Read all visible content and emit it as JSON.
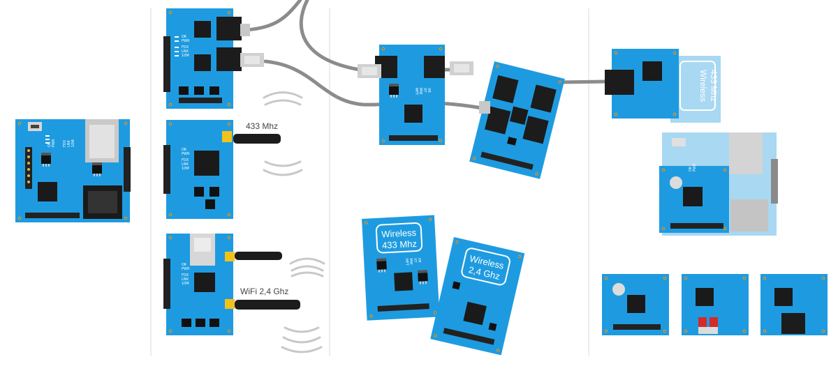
{
  "labels": {
    "antenna_433": "433 Mhz",
    "antenna_wifi": "WiFi 2,4 Ghz"
  },
  "badges": {
    "left_wireless_433": {
      "line1": "Wireless",
      "line2": "433 Mhz"
    },
    "left_wireless_24": {
      "line1": "Wireless",
      "line2": "2,4 Ghz"
    },
    "right_wireless_433": {
      "line1": "Wireless",
      "line2": "433 Mhz"
    }
  },
  "led_labels": [
    "OK",
    "PWR",
    "FDX",
    "LNK",
    "10M"
  ],
  "side_labels": [
    "MFT",
    "MW",
    "XT",
    "XR"
  ],
  "colors": {
    "board": "#1e9be0",
    "board_light": "#a9d8f2",
    "chip": "#1a1a1a",
    "cable": "#8c8c8c",
    "jack": "#1c1c1c",
    "antenna_tip": "#f2c21b",
    "divider": "#d9d9d9",
    "pin_header": "#222222",
    "usb": "#d7d7d7"
  }
}
